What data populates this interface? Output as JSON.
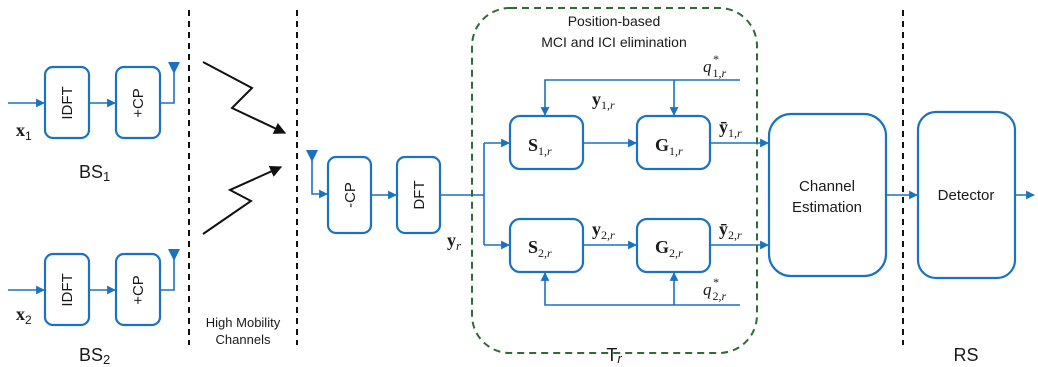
{
  "blocks": {
    "idft": "IDFT",
    "add_cp": "+CP",
    "remove_cp": "-CP",
    "dft": "DFT",
    "channel_estimation_line1": "Channel",
    "channel_estimation_line2": "Estimation",
    "detector": "Detector"
  },
  "labels": {
    "x": "x",
    "x1_sub": "1",
    "x2_sub": "2",
    "bs": "BS",
    "bs1_sub": "1",
    "bs2_sub": "2",
    "high_mobility_line1": "High Mobility",
    "high_mobility_line2": "Channels",
    "group_title_line1": "Position-based",
    "group_title_line2": "MCI and ICI elimination",
    "tr": "T",
    "tr_sub": "r",
    "rs": "RS",
    "y": "y",
    "yr_sub": "r",
    "s": "S",
    "g": "G",
    "ybar": "ȳ",
    "q": "q",
    "star": "*",
    "comma_r": ",r",
    "one": "1",
    "two": "2"
  },
  "colors": {
    "block_stroke": "#1a72c1",
    "group_border": "#2e6b35",
    "text": "#1a1a1a"
  }
}
